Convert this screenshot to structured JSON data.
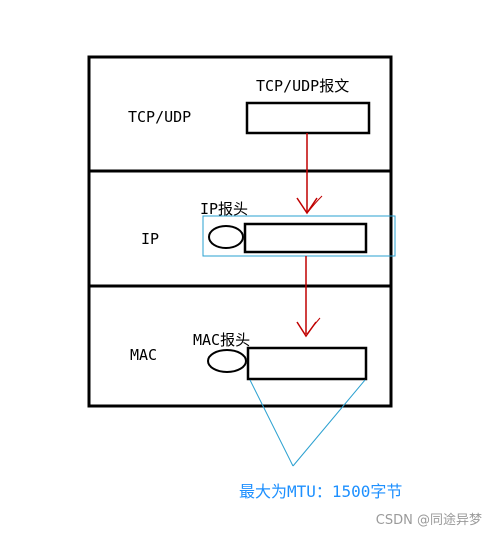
{
  "layers": {
    "tcp": {
      "name": "TCP/UDP",
      "packet_label": "TCP/UDP报文"
    },
    "ip": {
      "name": "IP",
      "header_label": "IP报头"
    },
    "mac": {
      "name": "MAC",
      "header_label": "MAC报头"
    }
  },
  "mtu_note": "最大为MTU：1500字节",
  "watermark": "CSDN @同途异梦",
  "colors": {
    "outline": "#000000",
    "arrow": "#c00000",
    "highlight": "#2aa0d0",
    "mtu_text": "#1e90ff"
  }
}
